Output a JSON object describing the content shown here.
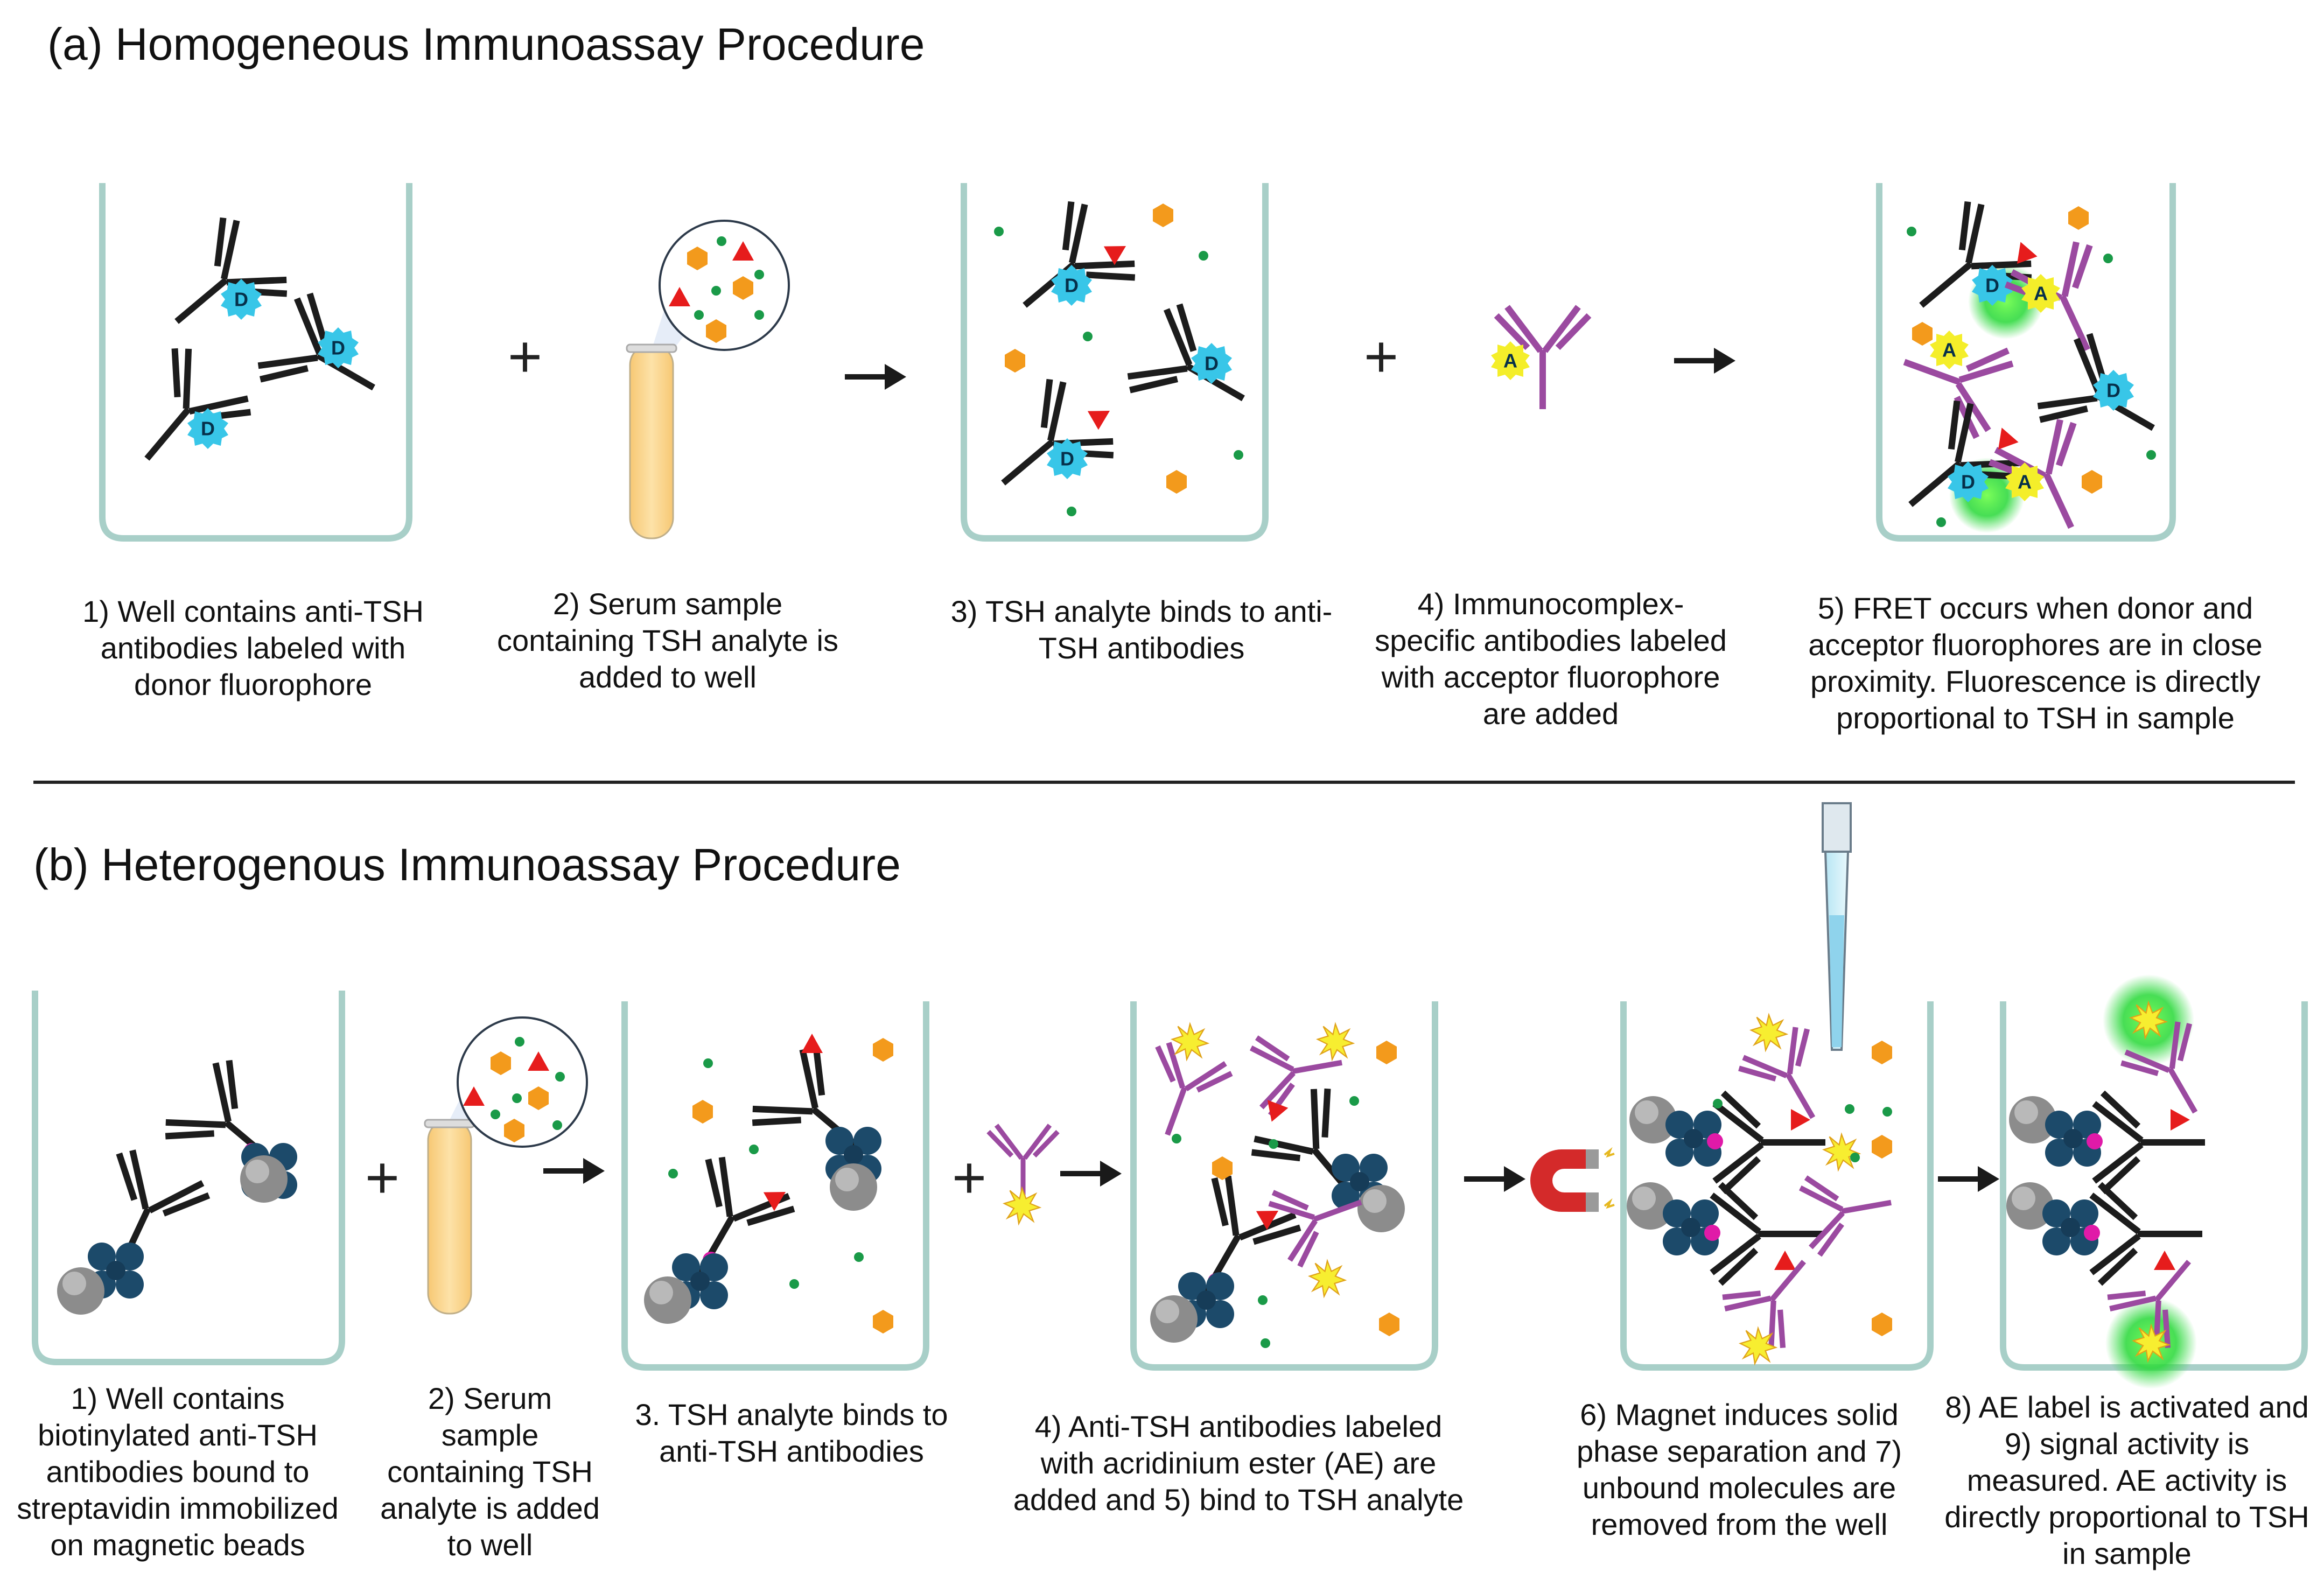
{
  "section_a": {
    "title": "(a) Homogeneous Immunoassay Procedure",
    "captions": [
      "1) Well contains anti-TSH antibodies labeled with donor fluorophore",
      "2) Serum sample containing TSH analyte is added to well",
      "3) TSH analyte binds to anti-TSH antibodies",
      "4) Immunocomplex-specific antibodies labeled with acceptor fluorophore are added",
      "5) FRET occurs when donor and acceptor fluorophores are in close proximity. Fluorescence is directly proportional to TSH in sample"
    ]
  },
  "section_b": {
    "title": "(b) Heterogenous Immunoassay Procedure",
    "captions": [
      "1) Well contains biotinylated anti-TSH antibodies bound to streptavidin immobilized on magnetic beads",
      "2) Serum sample containing TSH analyte is added to well",
      "3. TSH analyte binds to anti-TSH antibodies",
      "4) Anti-TSH antibodies labeled with acridinium ester (AE) are added and 5) bind to TSH analyte",
      "6) Magnet induces solid phase separation and 7) unbound molecules are removed from the well",
      "8) AE label is activated and 9) signal activity is measured. AE activity is directly proportional to TSH in sample"
    ]
  },
  "symbols": {
    "plus": "+",
    "donor_label": "D",
    "acceptor_label": "A"
  },
  "colors": {
    "well": "#a8cfc8",
    "antibody": "#1c1c1c",
    "acceptor_antibody": "#9b4aa0",
    "donor_fluorophore": "#38c6e8",
    "acceptor_fluorophore": "#f4ee2a",
    "tsh_analyte": "#e61c1c",
    "orange_molecule": "#f39a1c",
    "green_molecule": "#1a9a48",
    "fret_glow": "#27d837",
    "streptavidin": "#1c4a6a",
    "biotin": "#e01aa8",
    "bead": "#8c8c8c",
    "serum": "#fbd88c",
    "magnet": "#d42a2a"
  }
}
